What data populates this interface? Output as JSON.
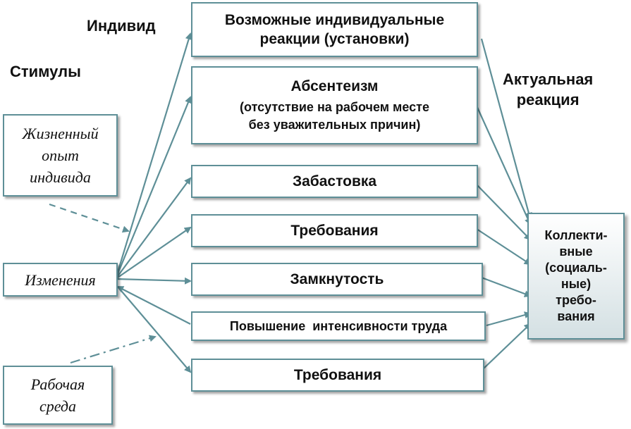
{
  "headings": {
    "individ": "Индивид",
    "stimuli": "Стимулы",
    "actual_reaction": "Актуальная\nреакция"
  },
  "responses": [
    {
      "title": "Возможные индивидуальные\nреакции (установки)",
      "subtitle": ""
    },
    {
      "title": "Абсентеизм",
      "subtitle": "(отсутствие на рабочем месте\nбез уважительных причин)"
    },
    {
      "title": "Забастовка",
      "subtitle": ""
    },
    {
      "title": "Требования",
      "subtitle": ""
    },
    {
      "title": "Замкнутость",
      "subtitle": ""
    },
    {
      "title": "Повышение  интенсивности труда",
      "subtitle": ""
    },
    {
      "title": "Требования",
      "subtitle": ""
    }
  ],
  "stimuli": {
    "life_experience": "Жизненный\nопыт\nиндивида",
    "changes": "Изменения",
    "work_environment": "Рабочая\nсреда"
  },
  "result": "Коллекти-\nвные\n(социаль-\nные)\nтребо-\nвания",
  "colors": {
    "border": "#5e8f97",
    "arrow": "#5e8f97",
    "result_gradient_end": "#d4e0e3"
  }
}
